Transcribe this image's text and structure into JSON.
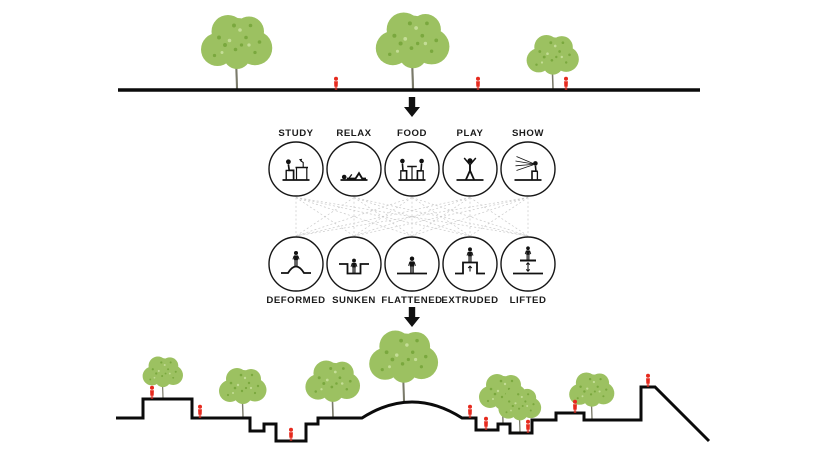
{
  "activity_row": {
    "items": [
      {
        "label": "STUDY",
        "icon": "study-icon"
      },
      {
        "label": "RELAX",
        "icon": "relax-icon"
      },
      {
        "label": "FOOD",
        "icon": "food-icon"
      },
      {
        "label": "PLAY",
        "icon": "play-icon"
      },
      {
        "label": "SHOW",
        "icon": "show-icon"
      }
    ]
  },
  "operation_row": {
    "items": [
      {
        "label": "DEFORMED",
        "icon": "deformed-terrain-icon"
      },
      {
        "label": "SUNKEN",
        "icon": "sunken-terrain-icon"
      },
      {
        "label": "FLATTENED",
        "icon": "flattened-terrain-icon"
      },
      {
        "label": "EXTRUDED",
        "icon": "extruded-terrain-icon"
      },
      {
        "label": "LIFTED",
        "icon": "lifted-terrain-icon"
      }
    ]
  },
  "colors": {
    "foliage_green": "#9cc161",
    "foliage_speckle": "#7aa83e",
    "person_red": "#e62a1e",
    "ink_black": "#111111",
    "connector_gray": "#c9c9c9"
  }
}
